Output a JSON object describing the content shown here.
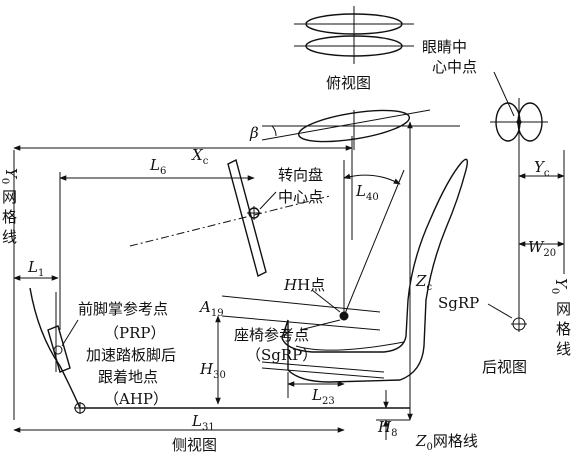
{
  "views": {
    "top": "俯视图",
    "rear": "后视图",
    "side": "侧视图"
  },
  "labels": {
    "eye_center_1": "眼睛中",
    "eye_center_2": "心中点",
    "steering_1": "转向盘",
    "steering_2": "中心点",
    "h_point": "H点",
    "prp_1": "前脚掌参考点",
    "prp_2": "（PRP）",
    "ahp_1": "加速踏板脚后",
    "ahp_2": "跟着地点",
    "ahp_3": "（AHP）",
    "sgrp_1": "座椅参考点",
    "sgrp_2": "（SgRP）",
    "sgrp_rear": "SgRP",
    "y0_left_1": "网",
    "y0_left_2": "格",
    "y0_left_3": "线",
    "y0_right_1": "网",
    "y0_right_2": "格",
    "y0_right_3": "线",
    "z0_grid": "网格线"
  },
  "dims": {
    "beta": "β",
    "xc": "X",
    "xc_sub": "c",
    "l6": "L",
    "l6_sub": "6",
    "l40": "L",
    "l40_sub": "40",
    "l1": "L",
    "l1_sub": "1",
    "a19": "A",
    "a19_sub": "19",
    "h30": "H",
    "h30_sub": "30",
    "l23": "L",
    "l23_sub": "23",
    "l31": "L",
    "l31_sub": "31",
    "h8": "H",
    "h8_sub": "8",
    "zc": "Z",
    "zc_sub": "c",
    "yc": "Y",
    "yc_sub": "c",
    "w20": "W",
    "w20_sub": "20",
    "y0_left": "Y",
    "y0_left_sub": "0",
    "y0_right": "Y",
    "y0_right_sub": "0",
    "z0": "Z",
    "z0_sub": "0"
  }
}
